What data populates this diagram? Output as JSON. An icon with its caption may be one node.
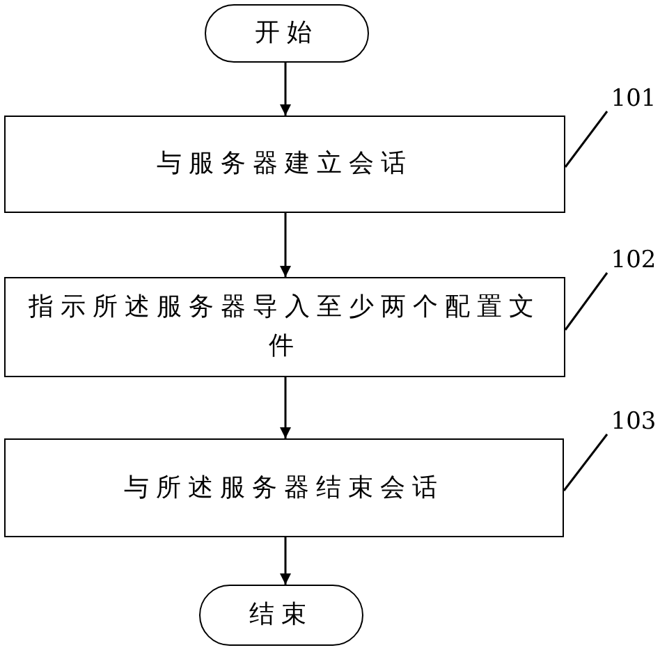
{
  "diagram": {
    "nodes": [
      {
        "text": [
          "开始"
        ]
      },
      {
        "text": [
          "与服务器建立会话"
        ]
      },
      {
        "text": [
          "指示所述服务器导入至少两个配置文件"
        ]
      },
      {
        "text": [
          "与所述服务器结束会话"
        ]
      },
      {
        "text": [
          "结束"
        ]
      },
      {
        "text": [
          "101"
        ]
      },
      {
        "text": [
          "102"
        ]
      },
      {
        "text": [
          "103"
        ]
      }
    ],
    "edges": [
      {
        "from": 0,
        "to": 1,
        "arrow": "to"
      },
      {
        "from": 1,
        "to": 2,
        "arrow": "to"
      },
      {
        "from": 2,
        "to": 3,
        "arrow": "to"
      },
      {
        "from": 3,
        "to": 4,
        "arrow": "to"
      },
      {
        "from": 5,
        "to": 1,
        "arrow": "none"
      },
      {
        "from": 6,
        "to": 2,
        "arrow": "none"
      },
      {
        "from": 7,
        "to": 3,
        "arrow": "none"
      }
    ]
  }
}
